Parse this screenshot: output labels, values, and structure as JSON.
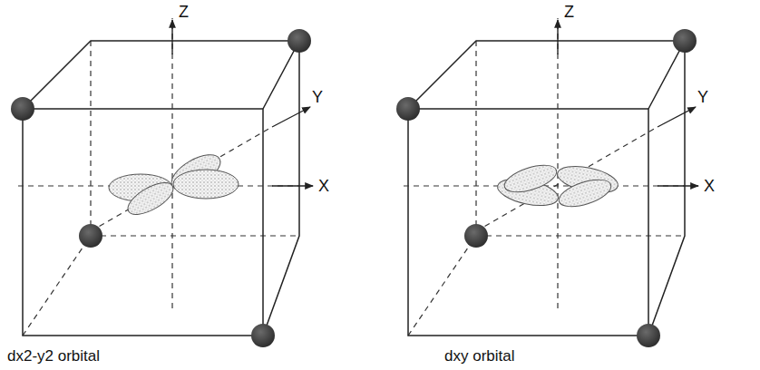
{
  "diagram": {
    "labels": [
      "Z",
      "Y",
      "X",
      "dx2-y2 orbital",
      "Z",
      "Y",
      "X",
      "dxy orbital"
    ]
  }
}
